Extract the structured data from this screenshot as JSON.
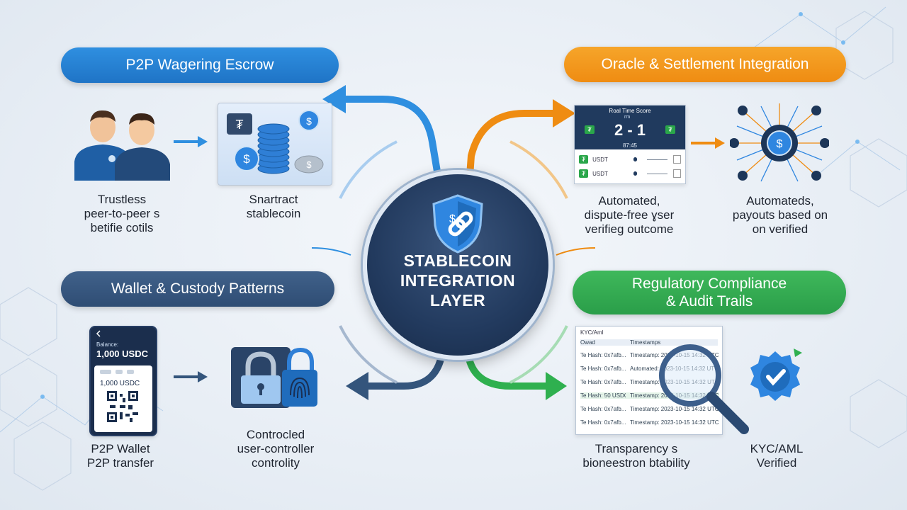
{
  "hub": {
    "title": "STABLECOIN\nINTEGRATION\nLAYER"
  },
  "sections": {
    "escrow": {
      "title": "P2P Wagering Escrow",
      "caption_left": "Trustless\npeer-to-peer s\nbetifie cotils",
      "caption_right": "Snartract\nstablecoin"
    },
    "oracle": {
      "title": "Oracle & Settlement Integration",
      "caption_left": "Automated,\ndispute-free ɣser\nverifieg outcome",
      "caption_right": "Automateds,\npayouts based on\non verified",
      "scoreboard": {
        "header": "Roal Time Score",
        "mini": "rm",
        "score": "2 - 1",
        "time": "87:45",
        "rows": [
          "USDT",
          "USDT"
        ]
      }
    },
    "wallet": {
      "title": "Wallet & Custody Patterns",
      "caption_left": "P2P Wallet\nP2P transfer",
      "caption_right": "Controcled\nuser-controller\ncontrolity",
      "phone": {
        "balance_label": "Balance:",
        "balance": "1,000 USDC",
        "card_amount": "1,000 USDC"
      }
    },
    "compliance": {
      "title": "Regulatory Compliance\n& Audit Trails",
      "caption_left": "Transparency s\nbioneestron btability",
      "caption_right": "KYC/AML\nVerified",
      "table": {
        "title": "KYC/Aml",
        "headers": [
          "Owad",
          "Timestamps"
        ],
        "rows": [
          [
            "Te Hash: 0x7afb...",
            "Timestamp: 2023-10-15 14:32 UTC"
          ],
          [
            "Te Hash: 0x7afb...",
            "Automated: 2023-10-15 14:32 UTC"
          ],
          [
            "Te Hash: 0x7afb...",
            "Timestamp: 2023-10-15 14:32 UTC"
          ],
          [
            "Te Hash: 50 USDC...",
            "Timestamp: 2023-10-15 14:32 UTC"
          ],
          [
            "Te Hash: 0x7afb...",
            "Timestamp: 2023-10-15 14:32 UTC"
          ],
          [
            "Te Hash: 0x7afb...",
            "Timestamp: 2023-10-15 14:32 UTC"
          ]
        ]
      }
    }
  },
  "colors": {
    "blue": "#1f74c6",
    "orange": "#ef8c12",
    "navy": "#2f4d74",
    "green": "#2a9e49",
    "hub": "#223a5e"
  },
  "icons": [
    "users-icon",
    "coins-icon",
    "scoreboard-icon",
    "payout-network-icon",
    "wallet-phone-icon",
    "padlock-icon",
    "fingerprint-icon",
    "audit-table-icon",
    "magnifier-icon",
    "verified-badge-icon",
    "shield-chain-icon"
  ]
}
